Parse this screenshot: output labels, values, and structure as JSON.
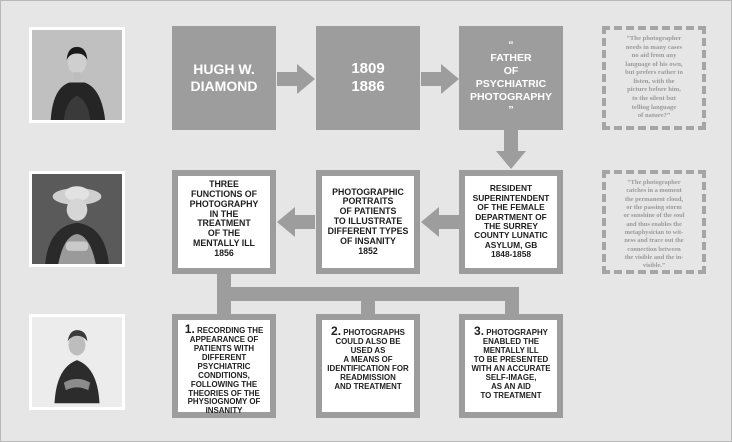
{
  "header_row": {
    "name": "HUGH W. DIAMOND",
    "years": "1809\n1886",
    "title": "“\nFATHER\nOF\nPSYCHIATRIC\nPHOTOGRAPHY\n”"
  },
  "middle_row": {
    "functions": "THREE\nFUNCTIONS OF\nPHOTOGRAPHY\nIN THE\nTREATMENT\nOF THE\nMENTALLY ILL\n1856",
    "portraits": "PHOTOGRAPHIC\nPORTRAITS\nOF PATIENTS\nTO ILLUSTRATE\nDIFFERENT TYPES\nOF INSANITY\n1852",
    "superintendent": "RESIDENT\nSUPERINTENDENT\nOF THE FEMALE\nDEPARTMENT OF\nTHE SURREY\nCOUNTY LUNATIC\nASYLUM, GB\n1848-1858"
  },
  "bottom_row": [
    {
      "num": "1.",
      "text": " Recording the\nappearance of\npatients with\ndifferent\npsychiatric\nconditions,\nfollowing the\ntheories of the\nphysiognomy of\ninsanity"
    },
    {
      "num": "2.",
      "text": " Photographs\ncould also be\nused as\na means of\nidentification for\nreadmission\nand treatment"
    },
    {
      "num": "3.",
      "text": " Photography\nenabled the\nmentally ill\nto be presented\nwith an accurate\nself-image,\nas an aid\nto treatment"
    }
  ],
  "quotes": [
    "“The photographer\nneeds in many cases\nno aid from any\nlanguage of his own,\nbut prefers rather to\nlisten, with the\npicture before him,\nto the silent but\ntelling language\nof nature?”",
    "“The photographer\ncatches in a moment\nthe permanent cloud,\nor the passing storm\nor sunshine of the soul\nand thus enables the\nmetaphysician to wit-\nness and trace out the\nconnection between\nthe visible and the in-\nvisible.”"
  ],
  "colors": {
    "box_fill": "#9d9d9d",
    "background": "#e6e6e6",
    "quote_border": "#a5a5a5"
  }
}
